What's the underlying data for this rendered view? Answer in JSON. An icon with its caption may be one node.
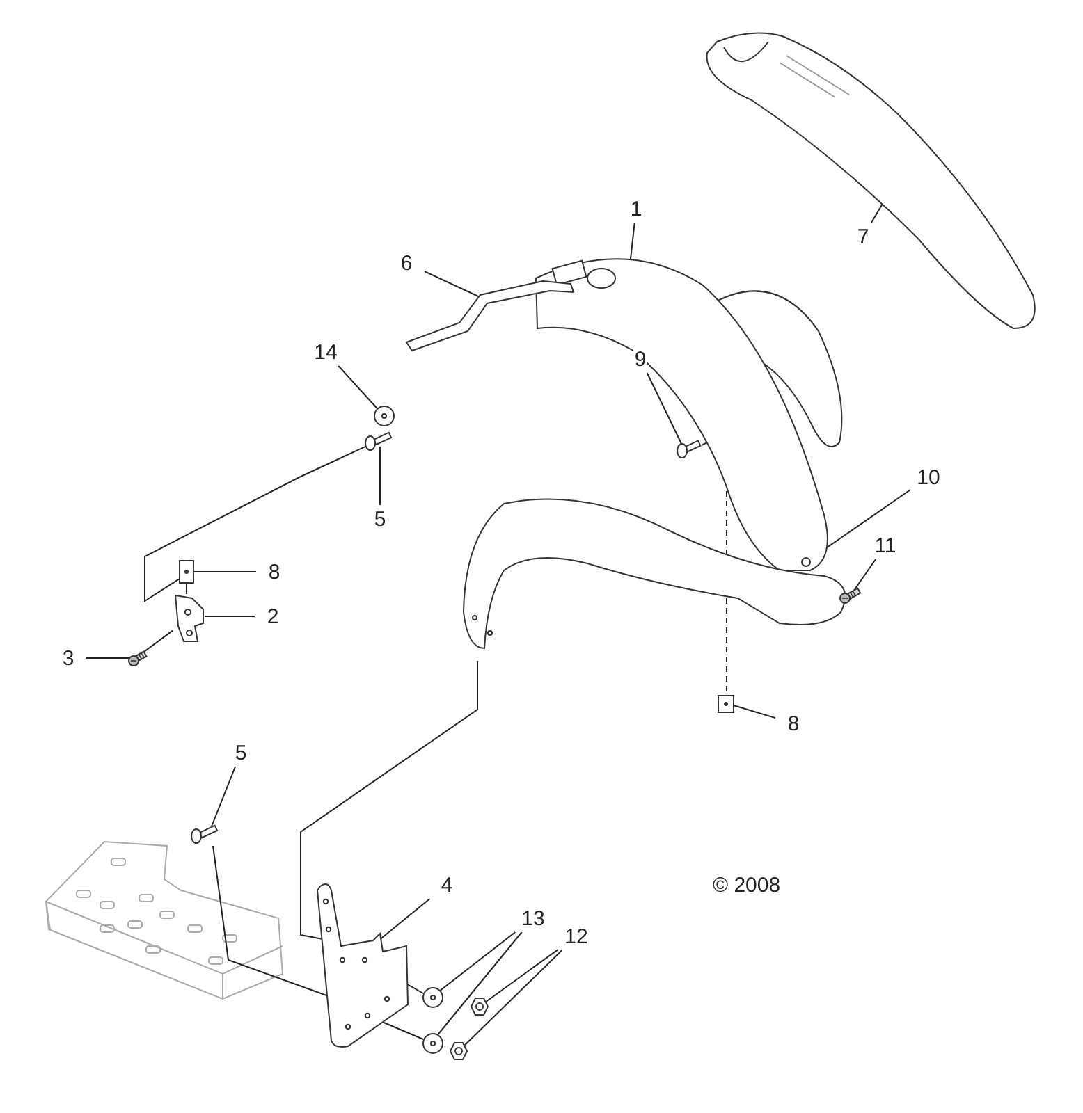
{
  "diagram": {
    "nodes": [
      {
        "text": [
          "1"
        ]
      },
      {
        "text": [
          "6"
        ]
      },
      {
        "text": [
          "7"
        ]
      },
      {
        "text": [
          "14"
        ]
      },
      {
        "text": [
          "9"
        ]
      },
      {
        "text": [
          "5"
        ]
      },
      {
        "text": [
          "10"
        ]
      },
      {
        "text": [
          "11"
        ]
      },
      {
        "text": [
          "8"
        ]
      },
      {
        "text": [
          "2"
        ]
      },
      {
        "text": [
          "3"
        ]
      },
      {
        "text": [
          "8"
        ]
      },
      {
        "text": [
          "5"
        ]
      },
      {
        "text": [
          "4"
        ]
      },
      {
        "text": [
          "13"
        ]
      },
      {
        "text": [
          "12"
        ]
      },
      {
        "text": [],
        "shape": "picture"
      },
      {
        "text": [],
        "shape": "picture"
      },
      {
        "text": [],
        "shape": "picture"
      },
      {
        "text": [],
        "shape": "picture"
      },
      {
        "text": [],
        "shape": "picture"
      },
      {
        "text": [],
        "shape": "picture"
      },
      {
        "text": [],
        "shape": "picture"
      },
      {
        "text": [],
        "shape": "picture"
      },
      {
        "text": [],
        "shape": "picture"
      },
      {
        "text": [],
        "shape": "picture"
      },
      {
        "text": [],
        "shape": "picture"
      },
      {
        "text": [],
        "shape": "picture"
      },
      {
        "text": [],
        "shape": "picture"
      },
      {
        "text": [],
        "shape": "picture"
      },
      {
        "text": [],
        "shape": "picture"
      },
      {
        "text": [],
        "shape": "picture"
      },
      {
        "text": [],
        "shape": "picture"
      }
    ],
    "edges": [
      {
        "from": 0,
        "to": 16,
        "arrow": "none"
      },
      {
        "from": 1,
        "to": 17,
        "arrow": "none"
      },
      {
        "from": 2,
        "to": 18,
        "arrow": "none"
      },
      {
        "from": 3,
        "to": 19,
        "arrow": "none"
      },
      {
        "from": 4,
        "to": 21,
        "arrow": "none"
      },
      {
        "from": 5,
        "to": 20,
        "arrow": "none"
      },
      {
        "from": 6,
        "to": 16,
        "arrow": "none"
      },
      {
        "from": 7,
        "to": 22,
        "arrow": "none"
      },
      {
        "from": 8,
        "to": 23,
        "arrow": "none"
      },
      {
        "from": 9,
        "to": 24,
        "arrow": "none"
      },
      {
        "from": 10,
        "to": 25,
        "arrow": "none"
      },
      {
        "from": 11,
        "to": 26,
        "arrow": "none"
      },
      {
        "from": 12,
        "to": 27,
        "arrow": "none"
      },
      {
        "from": 13,
        "to": 28,
        "arrow": "none"
      },
      {
        "from": 14,
        "to": 29,
        "arrow": "none"
      },
      {
        "from": 14,
        "to": 30,
        "arrow": "none"
      },
      {
        "from": 15,
        "to": 31,
        "arrow": "none"
      },
      {
        "from": 15,
        "to": 32,
        "arrow": "none"
      },
      {
        "from": 20,
        "to": 23,
        "arrow": "none"
      },
      {
        "from": 23,
        "to": 24,
        "arrow": "none"
      },
      {
        "from": 24,
        "to": 25,
        "arrow": "none"
      },
      {
        "from": 21,
        "to": 16,
        "arrow": "none"
      },
      {
        "from": 16,
        "to": 28,
        "arrow": "none"
      },
      {
        "from": 27,
        "to": 28,
        "arrow": "none"
      },
      {
        "from": 28,
        "to": 29,
        "arrow": "none"
      },
      {
        "from": 28,
        "to": 30,
        "arrow": "none"
      },
      {
        "from": 16,
        "to": 26,
        "arrow": "none",
        "style": "dashed"
      }
    ],
    "labels": [
      "© 2008"
    ]
  }
}
